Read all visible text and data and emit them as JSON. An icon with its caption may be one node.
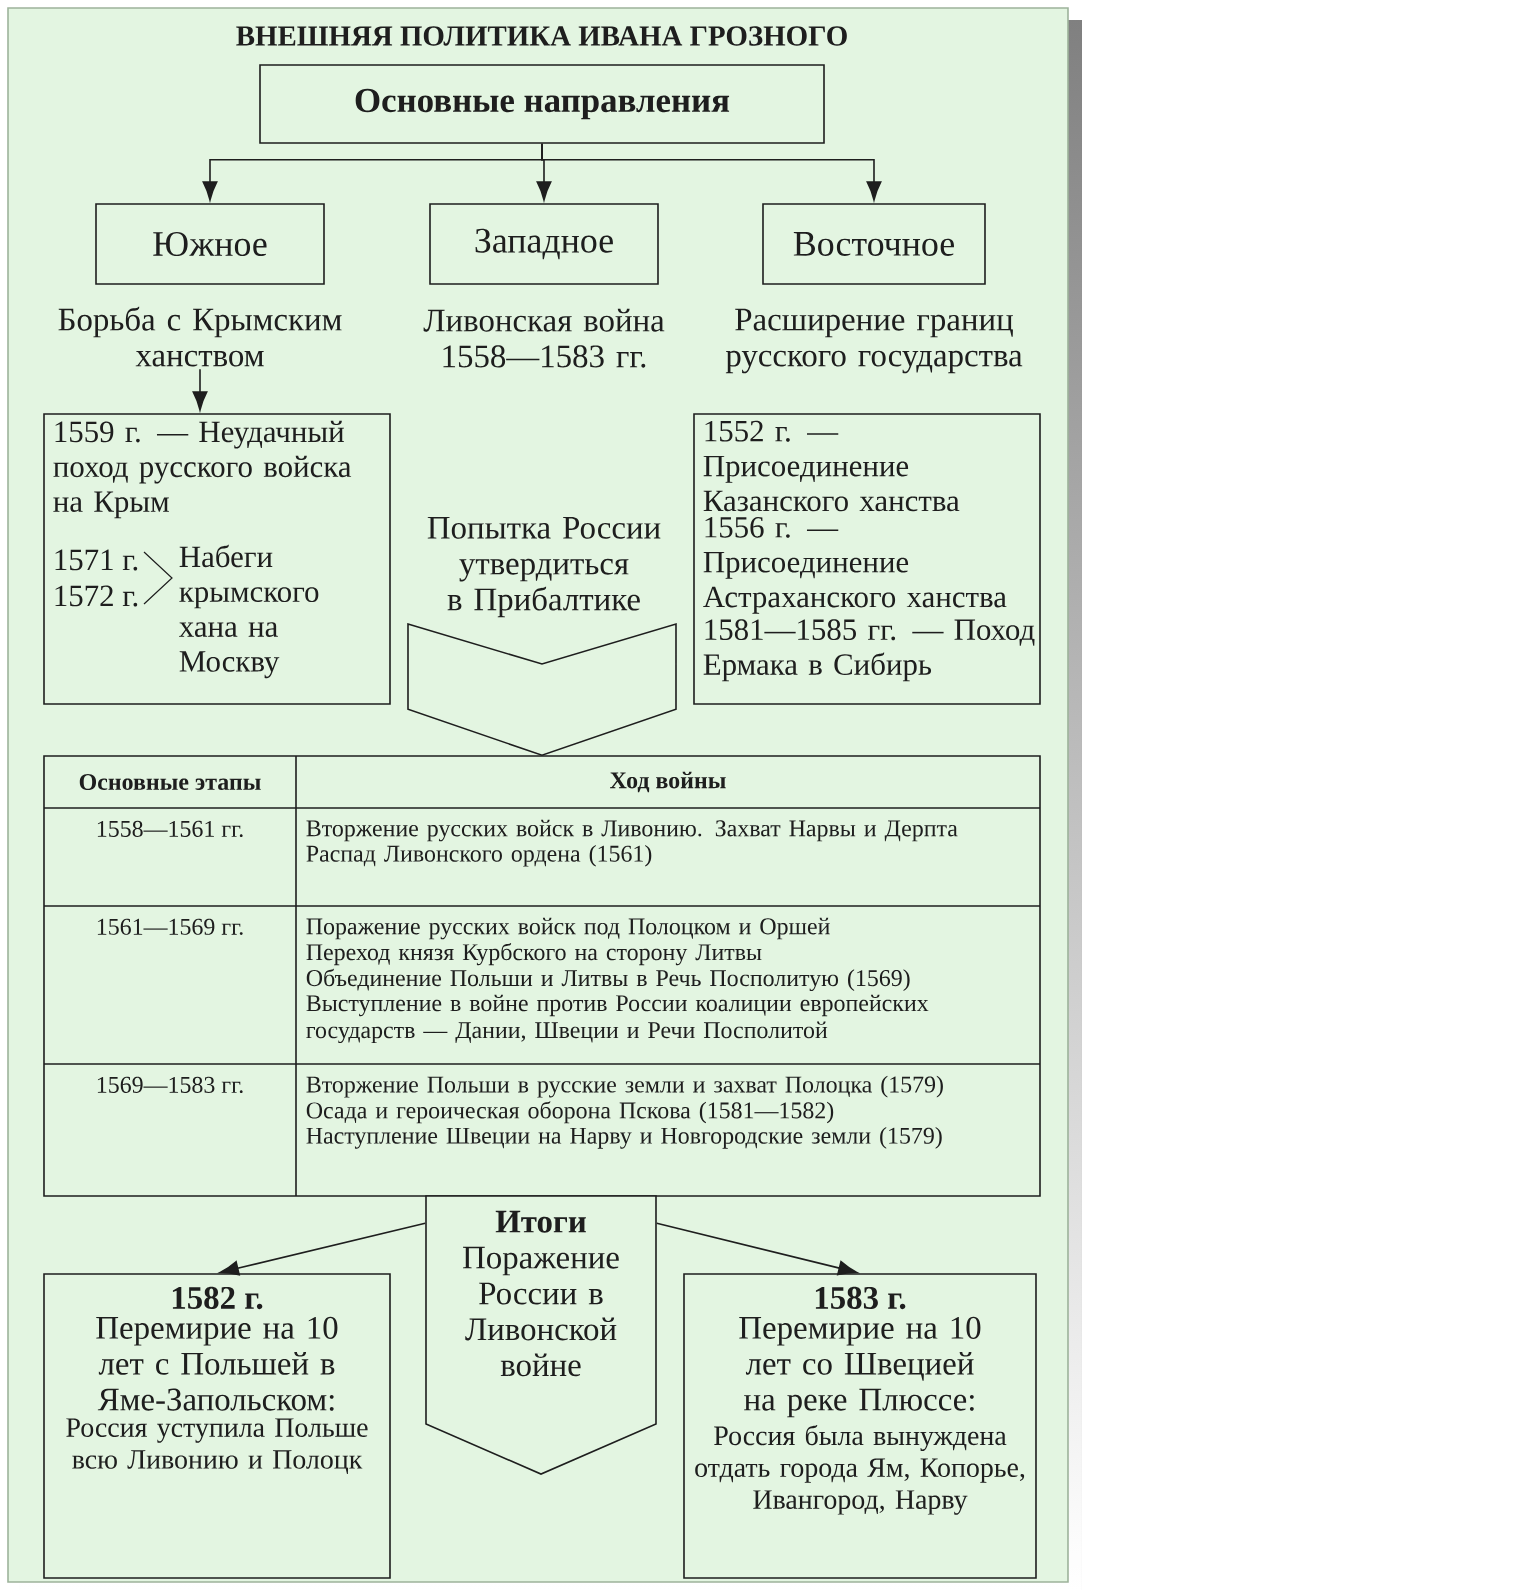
{
  "diagram": {
    "title": "ВНЕШНЯЯ ПОЛИТИКА ИВАНА ГРОЗНОГО",
    "nodes": [
      {
        "text": [
          "Основные направления"
        ]
      },
      {
        "text": [
          "Южное"
        ]
      },
      {
        "text": [
          "Западное"
        ],
        "beside": [
          "Ливонская война 1558—1583 гг."
        ]
      },
      {
        "text": [
          "Восточное"
        ],
        "beside": [
          "Расширение границ русского государства"
        ]
      },
      {
        "text": [
          "Борьба с Крымским ханством"
        ]
      },
      {
        "text": [
          "1559 г. — Неудачный поход русского войска на Крым",
          "1571 г.",
          "1572 г.",
          "Набеги крымского хана на Москву"
        ]
      },
      {
        "text": [
          "Попытка России утвердиться в Прибалтике"
        ]
      },
      {
        "text": [
          "1552 г. — Присоединение Казанского ханства",
          "1556 г. — Присоединение Астраханского ханства",
          "1581—1585 гг. — Поход Ермака в Сибирь"
        ]
      },
      {
        "text": [
          "Основные этапы",
          "Ход войны",
          "1558—1561 гг.",
          "Вторжение русских войск в Ливонию. Захват Нарвы и Дерпта",
          "Распад Ливонского ордена (1561)",
          "1561—1569 гг.",
          "Поражение русских войск под Полоцком и Оршей",
          "Переход князя Курбского на сторону Литвы",
          "Объединение Польши и Литвы в Речь Посполитую (1569)",
          "Выступление в войне против России коалиции европейских государств — Дании, Швеции и Речи Посполитой",
          "1569—1583 гг.",
          "Вторжение Польши в русские земли и захват Полоцка (1579)",
          "Осада и героическая оборона Пскова (1581—1582)",
          "Наступление Швеции на Нарву и Новгородские земли (1579)"
        ]
      },
      {
        "text": [
          "Итоги",
          "Поражение России в Ливонской войне"
        ]
      },
      {
        "text": [
          "1582 г.",
          "Перемирие на 10 лет с Польшей в Яме-Запольском:",
          "Россия уступила Польше всю Ливонию и Полоцк"
        ]
      },
      {
        "text": [
          "1583 г.",
          "Перемирие на 10 лет со Швецией на реке Плюссе:",
          "Россия была вынуждена отдать города Ям, Копорье, Ивангород, Нарву"
        ]
      }
    ],
    "edges": [
      {
        "from": 0,
        "to": 1,
        "arrow": "to"
      },
      {
        "from": 0,
        "to": 2,
        "arrow": "to"
      },
      {
        "from": 0,
        "to": 3,
        "arrow": "to"
      },
      {
        "from": 4,
        "to": 5,
        "arrow": "to"
      },
      {
        "from": 6,
        "to": 8,
        "arrow": "to"
      },
      {
        "from": 9,
        "to": 10,
        "arrow": "to"
      },
      {
        "from": 9,
        "to": 11,
        "arrow": "to"
      }
    ]
  }
}
